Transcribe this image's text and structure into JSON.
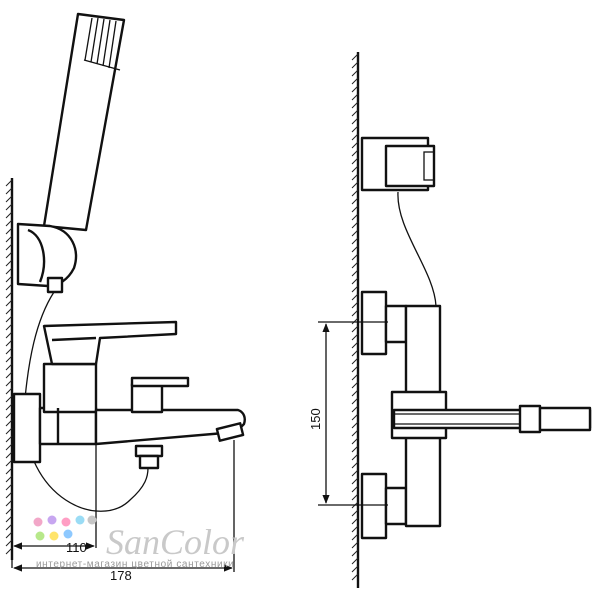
{
  "dimensions": {
    "spout_reach": "110",
    "total_depth": "178",
    "inlet_spacing": "150"
  },
  "watermark": {
    "brand": "SanColor",
    "tagline": "интернет-магазин цветной сантехники",
    "dot_colors": [
      "#f2a7c8",
      "#c7a6f0",
      "#ff9ec4",
      "#9adcf5",
      "#b7e88a",
      "#ffe46b",
      "#8ec9ff",
      "#c6c6c6"
    ]
  }
}
